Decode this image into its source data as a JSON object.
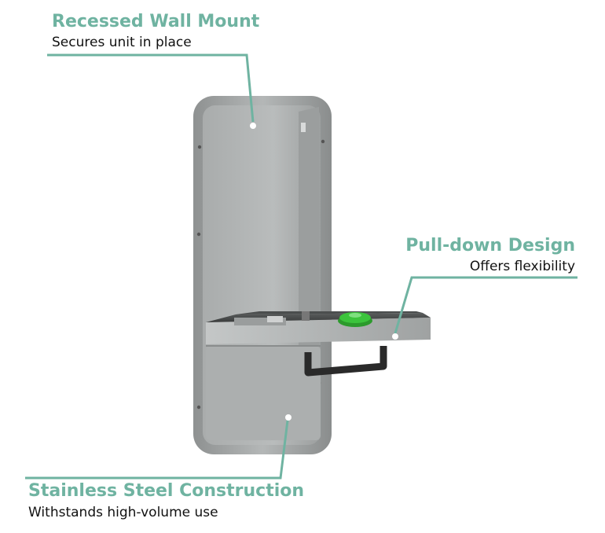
{
  "colors": {
    "accent": "#6fb3a1",
    "steel_light": "#b9bcbc",
    "steel_mid": "#a1a4a4",
    "steel_dark": "#7d8080",
    "handle": "#2a2a2a",
    "valve": "#3cc43c"
  },
  "callouts": {
    "recessed": {
      "title": "Recessed Wall Mount",
      "subtitle": "Secures unit in place"
    },
    "pulldown": {
      "title": "Pull-down Design",
      "subtitle": "Offers flexibility"
    },
    "stainless": {
      "title": "Stainless Steel Construction",
      "subtitle": "Withstands high-volume use"
    }
  },
  "product": {
    "icon": "eyewash-station-image"
  }
}
